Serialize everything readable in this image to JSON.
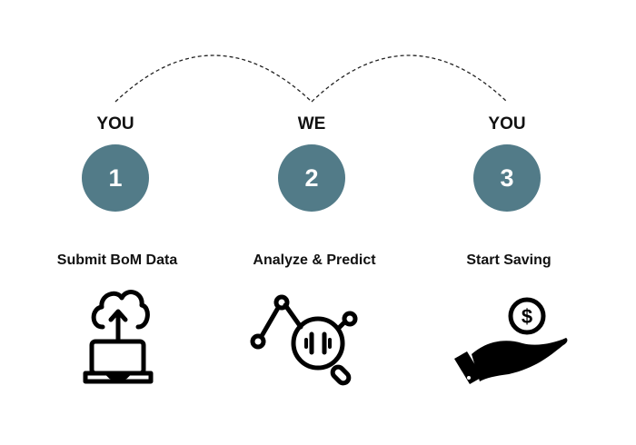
{
  "steps": [
    {
      "actor": "YOU",
      "number": "1",
      "title": "Submit BoM Data",
      "icon": "cloud-upload-laptop-icon"
    },
    {
      "actor": "WE",
      "number": "2",
      "title": "Analyze & Predict",
      "icon": "analytics-network-icon"
    },
    {
      "actor": "YOU",
      "number": "3",
      "title": "Start Saving",
      "icon": "hand-coin-icon"
    }
  ],
  "colors": {
    "circle": "#527b88",
    "text": "#111111"
  }
}
